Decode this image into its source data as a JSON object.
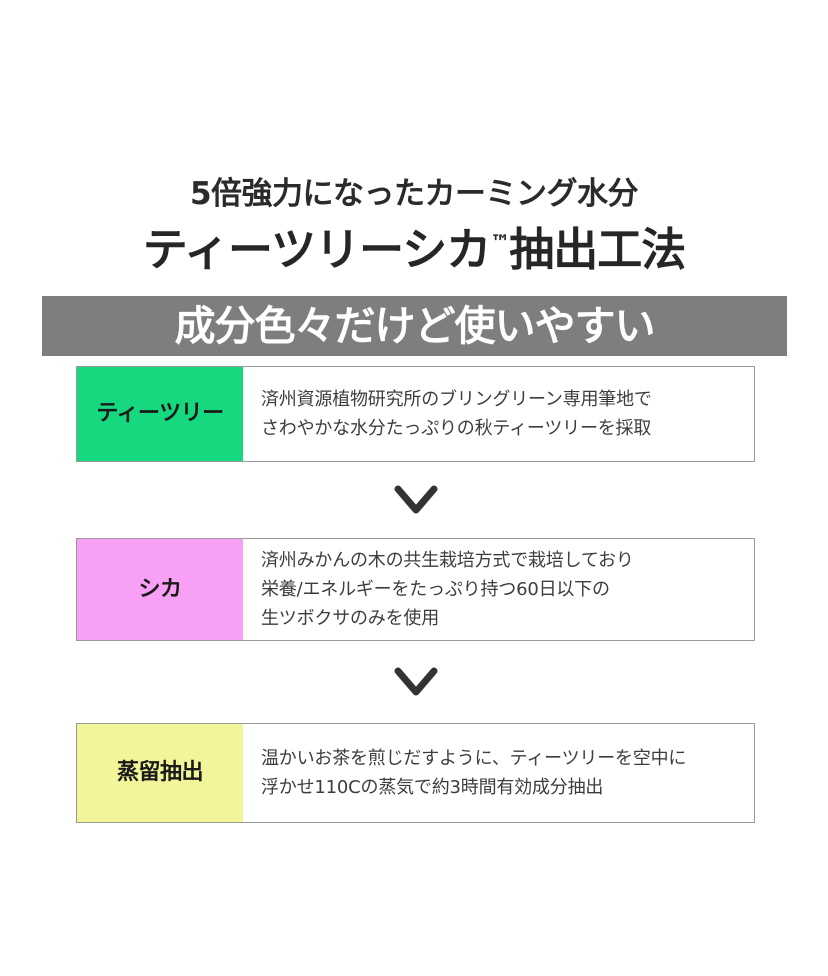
{
  "headings": {
    "line1": "5倍強力になったカーミング水分",
    "line2_before_tm": "ティーツリーシカ",
    "tm": "™",
    "line2_after_tm": "抽出工法"
  },
  "banner": {
    "text": "成分色々だけど使いやすい",
    "bg_color": "#7e7e7e",
    "text_color": "#ffffff"
  },
  "colors": {
    "green": "#16d97f",
    "pink": "#f8a0f5",
    "yellow": "#f2f59a",
    "border": "#9a9a9a",
    "body_text": "#3d3d3d",
    "heading_text": "#2b2b2b"
  },
  "steps": [
    {
      "label": "ティーツリー",
      "label_bg": "#16d97f",
      "lines": [
        "済州資源植物研究所のブリングリーン専用筆地で",
        "さわやかな水分たっぷりの秋ティーツリーを採取"
      ]
    },
    {
      "label": "シカ",
      "label_bg": "#f8a0f5",
      "lines": [
        "済州みかんの木の共生栽培方式で栽培しており",
        "栄養/エネルギーをたっぷり持つ60日以下の",
        "生ツボクサのみを使用"
      ]
    },
    {
      "label": "蒸留抽出",
      "label_bg": "#f2f59a",
      "lines": [
        "温かいお茶を煎じだすように、ティーツリーを空中に",
        "浮かせ110Cの蒸気で約3時間有効成分抽出"
      ]
    }
  ],
  "connectors": [
    {
      "icon": "chevron-down-icon"
    },
    {
      "icon": "chevron-down-icon"
    }
  ]
}
